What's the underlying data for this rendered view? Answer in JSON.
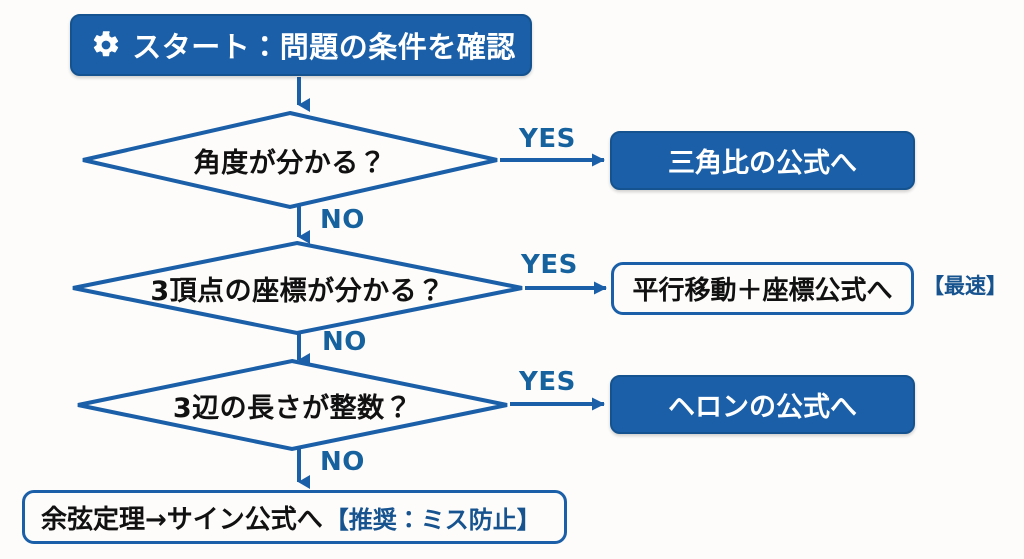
{
  "diagram": {
    "type": "flowchart",
    "title_node": {
      "icon": "gear-icon",
      "label": "スタート：問題の条件を確認"
    },
    "accent_color": "#1a5fa8",
    "edge_label_color": "#16629f",
    "background": "#fdfcfa",
    "decisions": [
      {
        "id": "angle",
        "question": "角度が分かる？",
        "yes_label": "YES",
        "no_label": "NO",
        "yes_target": "三角比の公式へ"
      },
      {
        "id": "coordinates",
        "question": "3頂点の座標が分かる？",
        "yes_label": "YES",
        "no_label": "NO",
        "yes_target": "平行移動＋座標公式へ"
      },
      {
        "id": "integer-sides",
        "question": "3辺の長さが整数？",
        "yes_label": "YES",
        "no_label": "NO",
        "yes_target": "ヘロンの公式へ"
      }
    ],
    "results": [
      {
        "id": "result-1",
        "label": "三角比の公式へ",
        "style": "filled",
        "annotation": ""
      },
      {
        "id": "result-2",
        "label": "平行移動＋座標公式へ",
        "style": "outline",
        "annotation": "【最速】"
      },
      {
        "id": "result-3",
        "label": "ヘロンの公式へ",
        "style": "filled",
        "annotation": ""
      }
    ],
    "final": {
      "main_label": "余弦定理→サイン公式へ",
      "note_label": "【推奨：ミス防止】",
      "style": "outline"
    }
  }
}
